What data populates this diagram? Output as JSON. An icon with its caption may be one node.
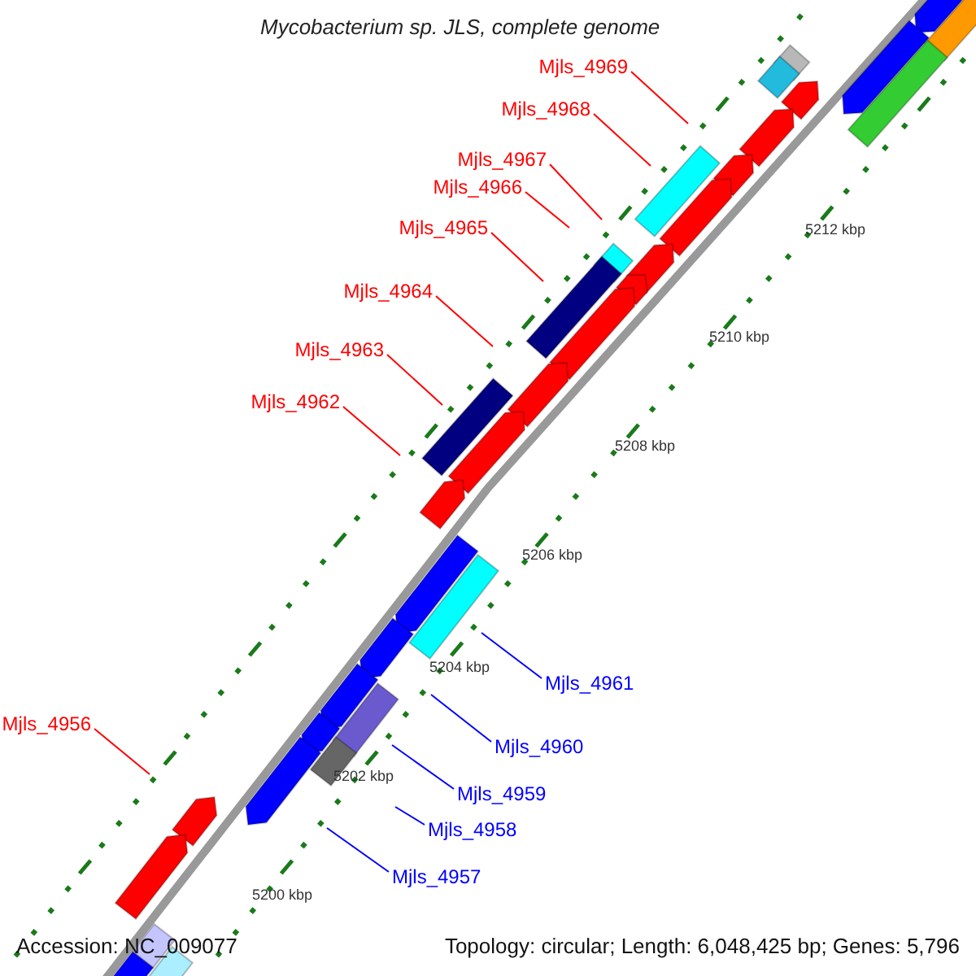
{
  "diagram": {
    "title": "Mycobacterium sp. JLS, complete genome",
    "nodes": [
      {
        "text": [
          "Mjls_4969"
        ]
      },
      {
        "text": [
          "Mjls_4968"
        ]
      },
      {
        "text": [
          "Mjls_4967"
        ]
      },
      {
        "text": [
          "Mjls_4966"
        ]
      },
      {
        "text": [
          "Mjls_4965"
        ]
      },
      {
        "text": [
          "Mjls_4964"
        ]
      },
      {
        "text": [
          "Mjls_4963"
        ]
      },
      {
        "text": [
          "Mjls_4962"
        ]
      },
      {
        "text": [
          "Mjls_4956"
        ]
      },
      {
        "text": [
          "Mjls_4961"
        ]
      },
      {
        "text": [
          "Mjls_4960"
        ]
      },
      {
        "text": [
          "Mjls_4959"
        ]
      },
      {
        "text": [
          "Mjls_4958"
        ]
      },
      {
        "text": [
          "Mjls_4957"
        ]
      }
    ],
    "edges": [
      {
        "from": 0,
        "to": null,
        "arrow": "none"
      },
      {
        "from": 1,
        "to": null,
        "arrow": "none"
      },
      {
        "from": 2,
        "to": null,
        "arrow": "none"
      },
      {
        "from": 3,
        "to": null,
        "arrow": "none"
      },
      {
        "from": 4,
        "to": null,
        "arrow": "none"
      },
      {
        "from": 5,
        "to": null,
        "arrow": "none"
      },
      {
        "from": 6,
        "to": null,
        "arrow": "none"
      },
      {
        "from": 7,
        "to": null,
        "arrow": "none"
      },
      {
        "from": 8,
        "to": null,
        "arrow": "none"
      },
      {
        "from": 9,
        "to": null,
        "arrow": "none",
        "color": "#0000ff"
      },
      {
        "from": 10,
        "to": null,
        "arrow": "none",
        "color": "#0000ff"
      },
      {
        "from": 11,
        "to": null,
        "arrow": "none",
        "color": "#0000ff"
      },
      {
        "from": 12,
        "to": null,
        "arrow": "none",
        "color": "#0000ff"
      },
      {
        "from": 13,
        "to": null,
        "arrow": "none",
        "color": "#0000ff"
      }
    ],
    "labels": [
      "5212 kbp",
      "5210 kbp",
      "5208 kbp",
      "5206 kbp",
      "5204 kbp",
      "5202 kbp",
      "5200 kbp",
      "Accession: NC_009077",
      "Topology: circular; Length: 6,048,425 bp; Genes: 5,796"
    ]
  }
}
